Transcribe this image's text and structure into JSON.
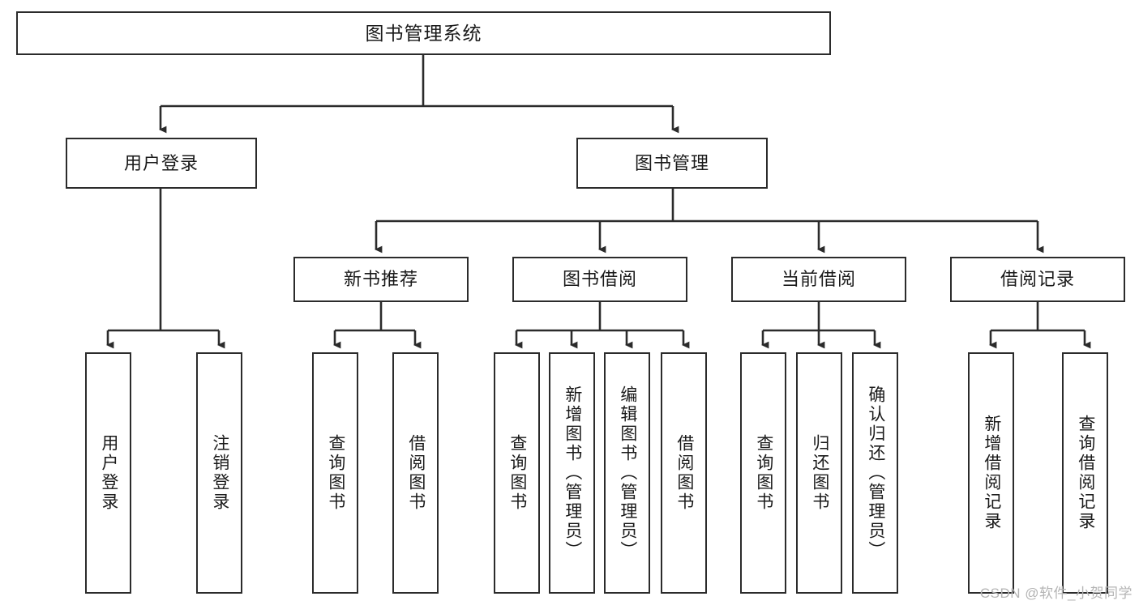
{
  "diagram": {
    "type": "tree",
    "title": "图书管理系统",
    "watermark": "CSDN @软件_小贺同学",
    "levels": [
      {
        "level": 1,
        "nodes": [
          {
            "id": "root",
            "label": "图书管理系统",
            "orientation": "horizontal"
          }
        ]
      },
      {
        "level": 2,
        "nodes": [
          {
            "id": "user-login",
            "label": "用户登录",
            "orientation": "horizontal",
            "parent": "root"
          },
          {
            "id": "book-manage",
            "label": "图书管理",
            "orientation": "horizontal",
            "parent": "root"
          }
        ]
      },
      {
        "level": 3,
        "nodes": [
          {
            "id": "new-book-rec",
            "label": "新书推荐",
            "orientation": "horizontal",
            "parent": "book-manage"
          },
          {
            "id": "book-borrow",
            "label": "图书借阅",
            "orientation": "horizontal",
            "parent": "book-manage"
          },
          {
            "id": "current-borrow",
            "label": "当前借阅",
            "orientation": "horizontal",
            "parent": "book-manage"
          },
          {
            "id": "borrow-record",
            "label": "借阅记录",
            "orientation": "horizontal",
            "parent": "book-manage"
          }
        ]
      },
      {
        "level": 4,
        "nodes": [
          {
            "id": "leaf-user-login",
            "label": "用户登录",
            "orientation": "vertical",
            "parent": "user-login"
          },
          {
            "id": "leaf-logout",
            "label": "注销登录",
            "orientation": "vertical",
            "parent": "user-login"
          },
          {
            "id": "leaf-query-book-1",
            "label": "查询图书",
            "orientation": "vertical",
            "parent": "new-book-rec"
          },
          {
            "id": "leaf-borrow-book-1",
            "label": "借阅图书",
            "orientation": "vertical",
            "parent": "new-book-rec"
          },
          {
            "id": "leaf-query-book-2",
            "label": "查询图书",
            "orientation": "vertical",
            "parent": "book-borrow"
          },
          {
            "id": "leaf-add-book",
            "label": "新增图书（管理员）",
            "orientation": "vertical",
            "parent": "book-borrow"
          },
          {
            "id": "leaf-edit-book",
            "label": "编辑图书（管理员）",
            "orientation": "vertical",
            "parent": "book-borrow"
          },
          {
            "id": "leaf-borrow-book-2",
            "label": "借阅图书",
            "orientation": "vertical",
            "parent": "book-borrow"
          },
          {
            "id": "leaf-query-book-3",
            "label": "查询图书",
            "orientation": "vertical",
            "parent": "current-borrow"
          },
          {
            "id": "leaf-return-book",
            "label": "归还图书",
            "orientation": "vertical",
            "parent": "current-borrow"
          },
          {
            "id": "leaf-confirm-return",
            "label": "确认归还（管理员）",
            "orientation": "vertical",
            "parent": "current-borrow"
          },
          {
            "id": "leaf-add-record",
            "label": "新增借阅记录",
            "orientation": "vertical",
            "parent": "borrow-record"
          },
          {
            "id": "leaf-query-record",
            "label": "查询借阅记录",
            "orientation": "vertical",
            "parent": "borrow-record"
          }
        ]
      }
    ],
    "colors": {
      "border": "#2b2b2b",
      "text": "#1a1a1a",
      "background": "#ffffff",
      "watermark": "#b4b4b4"
    }
  }
}
